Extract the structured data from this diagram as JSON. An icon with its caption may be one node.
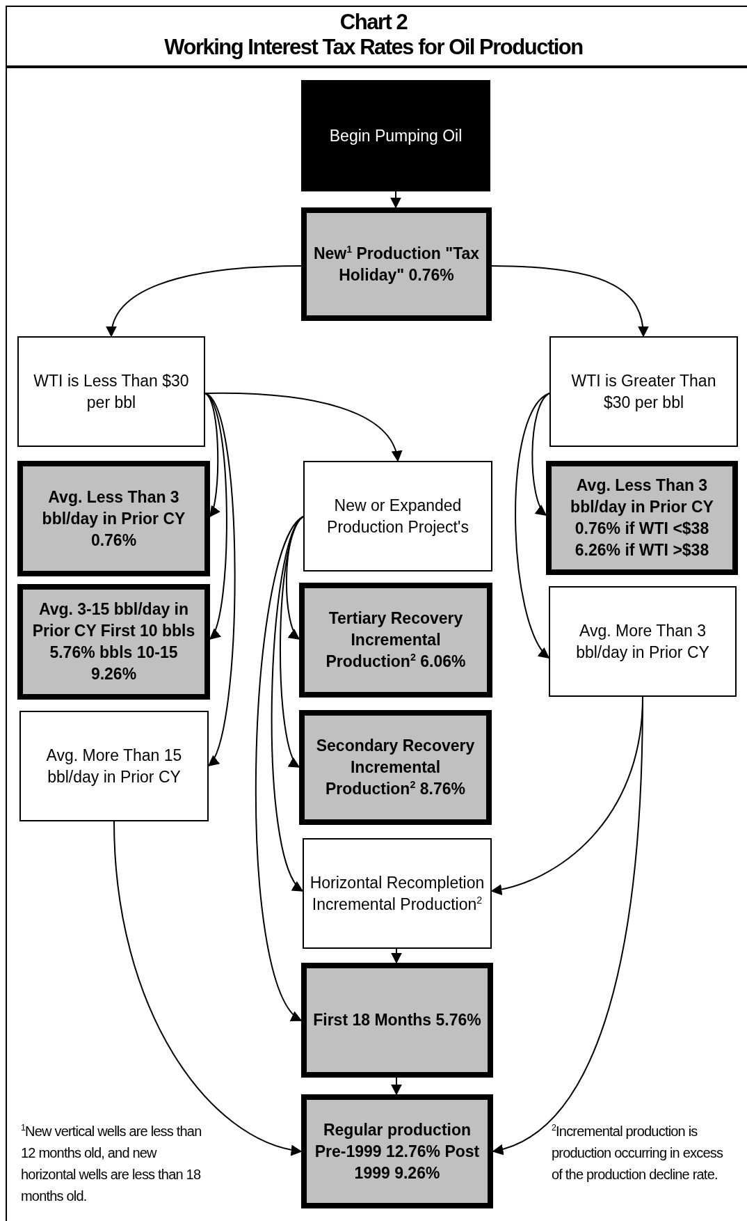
{
  "diagram": {
    "title": "Working Interest Tax Rates for Oil Production",
    "nodes": [
      {
        "text": [
          "Begin Pumping Oil"
        ]
      },
      {
        "text": [
          "New$^{1}$ Production \"Tax Holiday\" 0.76%"
        ]
      },
      {
        "text": [
          "WTI is Less Than $30 per bbl"
        ]
      },
      {
        "text": [
          "WTI is Greater Than $30 per bbl"
        ]
      },
      {
        "text": [
          "Avg. Less Than 3 bbl/day in Prior CY 0.76%"
        ]
      },
      {
        "text": [
          "New or Expanded Production Project's"
        ]
      },
      {
        "text": [
          "Avg. Less Than 3 bbl/day in Prior CY 0.76% if WTI <$38 6.26% if WTI >$38"
        ]
      },
      {
        "text": [
          "Avg. 3-15 bbl/day in Prior CY First 10 bbls 5.76% bbls 10-15 9.26%"
        ]
      },
      {
        "text": [
          "Tertiary Recovery Incremental Production$^{2}$ 6.06%"
        ]
      },
      {
        "text": [
          "Avg. More Than 3 bbl/day in Prior CY"
        ]
      },
      {
        "text": [
          "Avg. More Than 15 bbl/day in Prior CY"
        ]
      },
      {
        "text": [
          "Secondary Recovery Incremental Production$^{2}$ 8.76%"
        ]
      },
      {
        "text": [
          "Horizontal Recompletion Incremental Production$^{2}$"
        ]
      },
      {
        "text": [
          "First 18 Months 5.76%"
        ]
      },
      {
        "text": [
          "Regular production Pre-1999 12.76% Post 1999 9.26%"
        ]
      }
    ],
    "edges": [
      {
        "from": 0,
        "to": 1,
        "arrow": "to"
      },
      {
        "from": 1,
        "to": 2,
        "arrow": "to"
      },
      {
        "from": 1,
        "to": 3,
        "arrow": "to"
      },
      {
        "from": 2,
        "to": 4,
        "arrow": "to"
      },
      {
        "from": 2,
        "to": 7,
        "arrow": "to"
      },
      {
        "from": 2,
        "to": 10,
        "arrow": "to"
      },
      {
        "from": 2,
        "to": 5,
        "arrow": "to"
      },
      {
        "from": 3,
        "to": 6,
        "arrow": "to"
      },
      {
        "from": 3,
        "to": 9,
        "arrow": "to"
      },
      {
        "from": 5,
        "to": 8,
        "arrow": "to"
      },
      {
        "from": 5,
        "to": 11,
        "arrow": "to"
      },
      {
        "from": 5,
        "to": 12,
        "arrow": "to"
      },
      {
        "from": 5,
        "to": 13,
        "arrow": "to"
      },
      {
        "from": 9,
        "to": 12,
        "arrow": "to"
      },
      {
        "from": 9,
        "to": 14,
        "arrow": "to"
      },
      {
        "from": 10,
        "to": 14,
        "arrow": "to"
      },
      {
        "from": 12,
        "to": 13,
        "arrow": "to"
      },
      {
        "from": 13,
        "to": 14,
        "arrow": "to"
      }
    ],
    "labels": [
      "Chart 2",
      "$^{1}$New vertical wells are less than 12 months old, and new horizontal wells are less than 18 months old.",
      "$^{2}$Incremental production is production occurring in excess of the production decline rate."
    ]
  }
}
